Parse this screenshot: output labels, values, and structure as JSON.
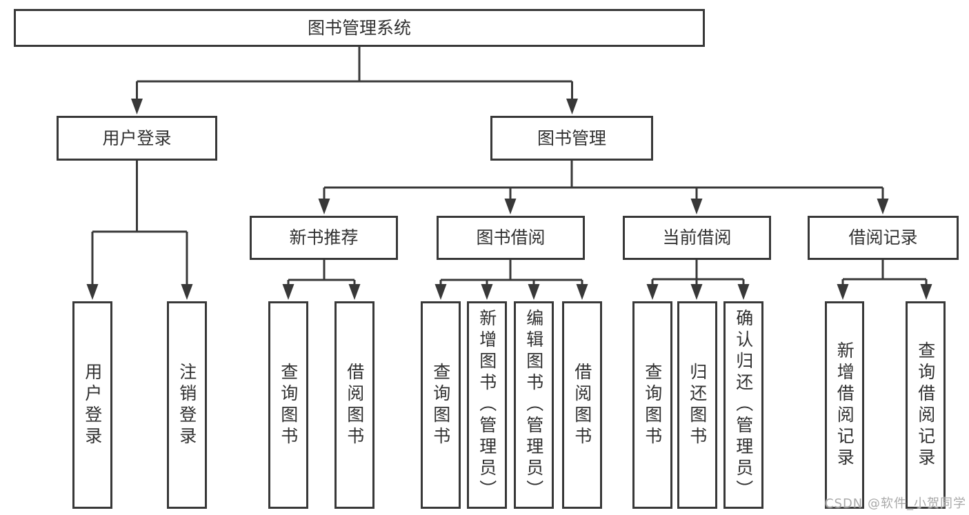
{
  "diagram": {
    "colors": {
      "line": "#383838",
      "box_border": "#383838",
      "text": "#303030",
      "background": "#ffffff",
      "watermark_text_color": "#a9a9a9"
    },
    "nodes": {
      "root": {
        "label": "图书管理系统"
      },
      "user_login": {
        "label": "用户登录"
      },
      "book_mgmt": {
        "label": "图书管理"
      },
      "new_book_rec": {
        "label": "新书推荐"
      },
      "book_borrow": {
        "label": "图书借阅"
      },
      "current_borrow": {
        "label": "当前借阅"
      },
      "borrow_records": {
        "label": "借阅记录"
      },
      "leaf_user_login": {
        "label": "用户登录"
      },
      "leaf_logout": {
        "label": "注销登录"
      },
      "leaf_query_book_rec": {
        "label": "查询图书"
      },
      "leaf_borrow_book_rec": {
        "label": "借阅图书"
      },
      "leaf_query_book_borrow": {
        "label": "查询图书"
      },
      "leaf_add_book_admin": {
        "label": "新增图书（管理员）"
      },
      "leaf_edit_book_admin": {
        "label": "编辑图书（管理员）"
      },
      "leaf_borrow_book_borrow": {
        "label": "借阅图书"
      },
      "leaf_query_book_current": {
        "label": "查询图书"
      },
      "leaf_return_book": {
        "label": "归还图书"
      },
      "leaf_confirm_return_admin": {
        "label": "确认归还（管理员）"
      },
      "leaf_add_borrow_record": {
        "label": "新增借阅记录"
      },
      "leaf_query_borrow_record": {
        "label": "查询借阅记录"
      }
    },
    "structure": {
      "root_children": [
        "user_login",
        "book_mgmt"
      ],
      "user_login_children": [
        "leaf_user_login",
        "leaf_logout"
      ],
      "book_mgmt_children": [
        "new_book_rec",
        "book_borrow",
        "current_borrow",
        "borrow_records"
      ],
      "new_book_rec_children": [
        "leaf_query_book_rec",
        "leaf_borrow_book_rec"
      ],
      "book_borrow_children": [
        "leaf_query_book_borrow",
        "leaf_add_book_admin",
        "leaf_edit_book_admin",
        "leaf_borrow_book_borrow"
      ],
      "current_borrow_children": [
        "leaf_query_book_current",
        "leaf_return_book",
        "leaf_confirm_return_admin"
      ],
      "borrow_records_children": [
        "leaf_add_borrow_record",
        "leaf_query_borrow_record"
      ]
    }
  },
  "watermark": {
    "text": "CSDN @软件_小贺同学"
  }
}
